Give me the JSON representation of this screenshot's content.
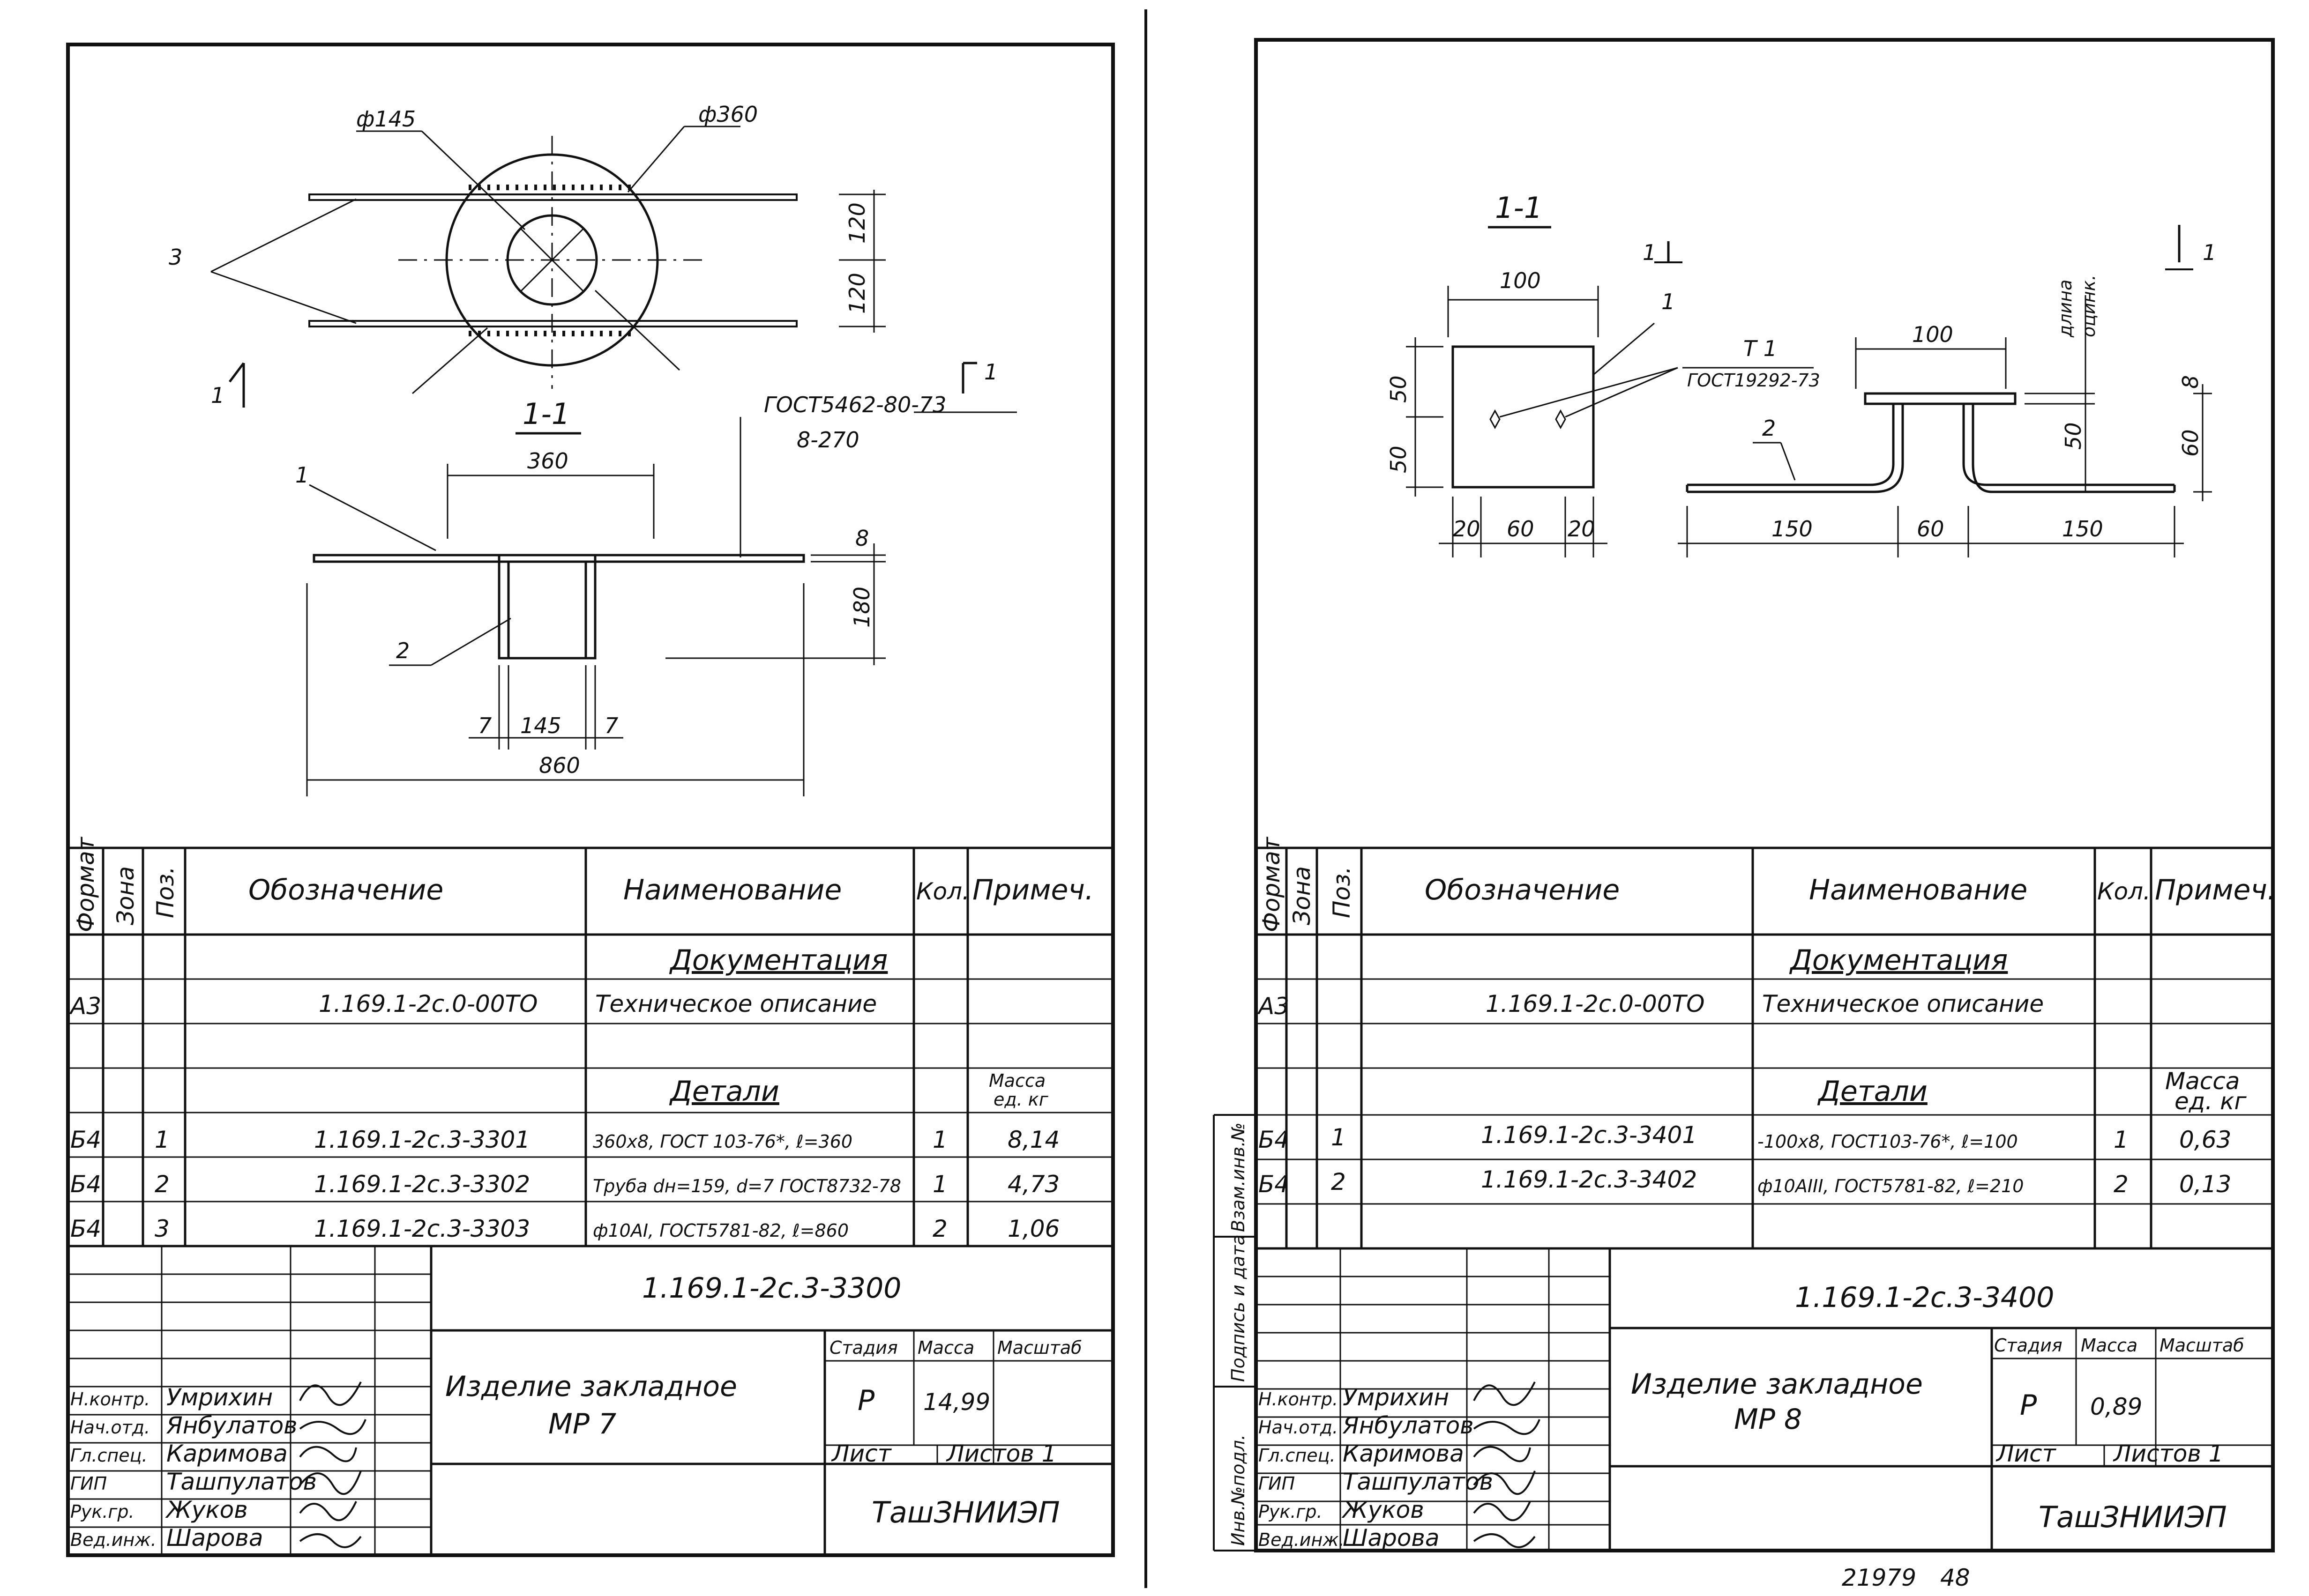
{
  "left": {
    "view_labels": {
      "diam_small": "ф145",
      "diam_large": "ф360",
      "callout_3": "3",
      "section_mark_left": "1",
      "section_mark_right": "1"
    },
    "dims_plan": {
      "d1": "120",
      "d2": "120"
    },
    "section_title": "1-1",
    "weld_note": {
      "line1": "ГОСТ5462-80-73",
      "line2": "8-270"
    },
    "dims_section": {
      "top_width": "360",
      "callout_1": "1",
      "callout_2": "2",
      "thick": "8",
      "height": "180",
      "wall_l": "7",
      "inner": "145",
      "wall_r": "7",
      "total": "860"
    },
    "table": {
      "col_format": "Формат",
      "col_zone": "Зона",
      "col_pos": "Поз.",
      "col_designation": "Обозначение",
      "col_name": "Наименование",
      "col_qty": "Кол.",
      "col_note": "Примеч.",
      "doc_heading": "Документация",
      "doc_row": {
        "format": "А3",
        "designation": "1.169.1-2с.0-00ТО",
        "name": "Техническое описание"
      },
      "details_heading": "Детали",
      "mass_label_1": "Масса",
      "mass_label_2": "ед. кг",
      "rows": [
        {
          "format": "Б4",
          "pos": "1",
          "designation": "1.169.1-2с.3-3301",
          "name": "360х8, ГОСТ 103-76*, ℓ=360",
          "qty": "1",
          "note": "8,14"
        },
        {
          "format": "Б4",
          "pos": "2",
          "designation": "1.169.1-2с.3-3302",
          "name": "Труба dн=159, d=7 ГОСТ8732-78",
          "qty": "1",
          "note": "4,73"
        },
        {
          "format": "Б4",
          "pos": "3",
          "designation": "1.169.1-2с.3-3303",
          "name": "ф10АI, ГОСТ5781-82, ℓ=860",
          "qty": "2",
          "note": "1,06"
        }
      ]
    },
    "stamp": {
      "code": "1.169.1-2с.3-3300",
      "title_1": "Изделие закладное",
      "title_2": "МР 7",
      "stage_label": "Стадия",
      "mass_label": "Масса",
      "scale_label": "Масштаб",
      "stage": "Р",
      "mass": "14,99",
      "sheet_label": "Лист",
      "sheets_label": "Листов 1",
      "org": "ТашЗНИИЭП",
      "people": [
        {
          "role": "Н.контр.",
          "name": "Умрихин"
        },
        {
          "role": "Нач.отд.",
          "name": "Янбулатов"
        },
        {
          "role": "Гл.спец.",
          "name": "Каримова"
        },
        {
          "role": "ГИП",
          "name": "Ташпулатов"
        },
        {
          "role": "Рук.гр.",
          "name": "Жуков"
        },
        {
          "role": "Вед.инж.",
          "name": "Шарова"
        }
      ]
    }
  },
  "right": {
    "section_title": "1-1",
    "section_mark_left": "1",
    "section_mark_right": "1",
    "labels": {
      "callout_1": "1",
      "callout_2": "2",
      "t1": "Т 1",
      "gost": "ГОСТ19292-73",
      "galv_1": "длина",
      "galv_2": "оцинк."
    },
    "dims": {
      "w_plate": "100",
      "h1": "50",
      "h2": "50",
      "b1": "20",
      "b2": "60",
      "b3": "20",
      "top": "100",
      "hh": "50",
      "thick": "8",
      "h60": "60",
      "l1": "150",
      "l2": "60",
      "l3": "150"
    },
    "table": {
      "col_format": "Формат",
      "col_zone": "Зона",
      "col_pos": "Поз.",
      "col_designation": "Обозначение",
      "col_name": "Наименование",
      "col_qty": "Кол.",
      "col_note": "Примеч.",
      "doc_heading": "Документация",
      "doc_row": {
        "format": "А3",
        "designation": "1.169.1-2с.0-00ТО",
        "name": "Техническое описание"
      },
      "details_heading": "Детали",
      "mass_label_1": "Масса",
      "mass_label_2": "ед. кг",
      "rows": [
        {
          "format": "Б4",
          "pos": "1",
          "designation": "1.169.1-2с.3-3401",
          "name": "-100х8, ГОСТ103-76*, ℓ=100",
          "qty": "1",
          "note": "0,63"
        },
        {
          "format": "Б4",
          "pos": "2",
          "designation": "1.169.1-2с.3-3402",
          "name": "ф10АIII, ГОСТ5781-82, ℓ=210",
          "qty": "2",
          "note": "0,13"
        }
      ]
    },
    "side_strip": {
      "inv_sub": "Взам.инв.№",
      "sign_date": "Подпись и дата",
      "inv_orig": "Инв.№подл."
    },
    "stamp": {
      "code": "1.169.1-2с.3-3400",
      "title_1": "Изделие закладное",
      "title_2": "МР 8",
      "stage_label": "Стадия",
      "mass_label": "Масса",
      "scale_label": "Масштаб",
      "stage": "Р",
      "mass": "0,89",
      "sheet_label": "Лист",
      "sheets_label": "Листов 1",
      "org": "ТашЗНИИЭП",
      "people": [
        {
          "role": "Н.контр.",
          "name": "Умрихин"
        },
        {
          "role": "Нач.отд.",
          "name": "Янбулатов"
        },
        {
          "role": "Гл.спец.",
          "name": "Каримова"
        },
        {
          "role": "ГИП",
          "name": "Ташпулатов"
        },
        {
          "role": "Рук.гр.",
          "name": "Жуков"
        },
        {
          "role": "Вед.инж.",
          "name": "Шарова"
        }
      ]
    },
    "footer": {
      "number": "21979",
      "page": "48"
    }
  }
}
